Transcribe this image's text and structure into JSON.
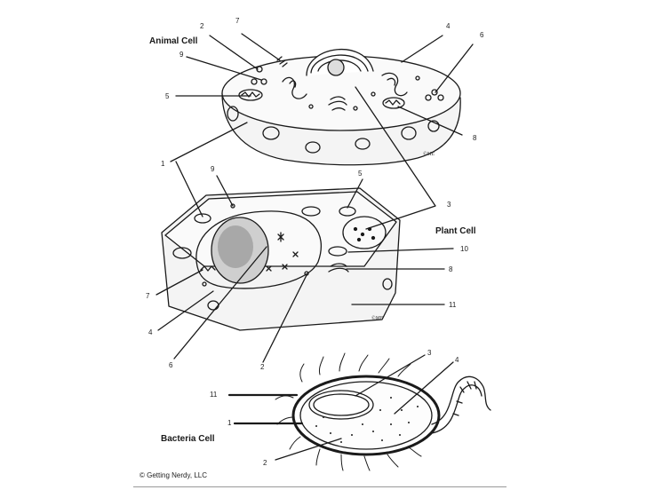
{
  "cells": {
    "animal": {
      "title": "Animal Cell",
      "labels": [
        "7",
        "2",
        "4",
        "6",
        "9",
        "5",
        "8",
        "1"
      ]
    },
    "plant": {
      "title": "Plant Cell",
      "labels": [
        "9",
        "5",
        "3",
        "10",
        "8",
        "11",
        "7",
        "4",
        "6",
        "2"
      ]
    },
    "bacteria": {
      "title": "Bacteria Cell",
      "labels": [
        "3",
        "4",
        "11",
        "1",
        "2"
      ]
    }
  },
  "credit": "© Getting Nerdy, LLC",
  "artist_signature": "©ME"
}
